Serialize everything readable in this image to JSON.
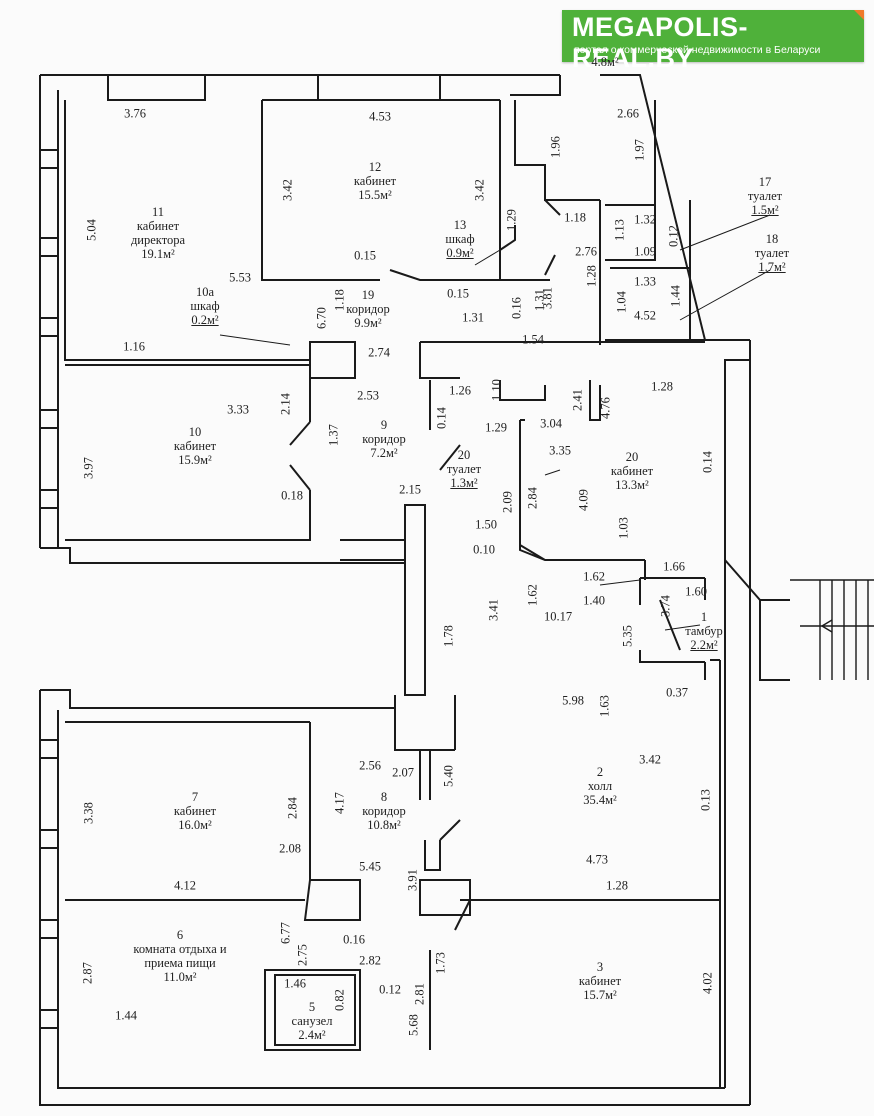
{
  "logo": {
    "brand": "MEGAPOLIS-REAL.BY",
    "tagline": "портал о коммерческой недвижимости в Беларуси",
    "color": "#4fb13a",
    "accent": "#f07a2a"
  },
  "rooms": [
    {
      "id": "r11",
      "num": "11",
      "name": "кабинет директора",
      "area": "19.1м²"
    },
    {
      "id": "r12",
      "num": "12",
      "name": "кабинет",
      "area": "15.5м²"
    },
    {
      "id": "r13",
      "num": "13",
      "name": "шкаф",
      "area": "0.9м²"
    },
    {
      "id": "r17",
      "num": "17",
      "name": "туалет",
      "area": "1.5м²"
    },
    {
      "id": "r18",
      "num": "18",
      "name": "туалет",
      "area": "1.7м²"
    },
    {
      "id": "r10a",
      "num": "10a",
      "name": "шкаф",
      "area": "0.2м²"
    },
    {
      "id": "r19",
      "num": "19",
      "name": "коридор",
      "area": "9.9м²"
    },
    {
      "id": "r10",
      "num": "10",
      "name": "кабинет",
      "area": "15.9м²"
    },
    {
      "id": "r9",
      "num": "9",
      "name": "коридор",
      "area": "7.2м²"
    },
    {
      "id": "r20t",
      "num": "20",
      "name": "туалет",
      "area": "1.3м²"
    },
    {
      "id": "r20k",
      "num": "20",
      "name": "кабинет",
      "area": "13.3м²"
    },
    {
      "id": "r1",
      "num": "1",
      "name": "тамбур",
      "area": "2.2м²"
    },
    {
      "id": "r7",
      "num": "7",
      "name": "кабинет",
      "area": "16.0м²"
    },
    {
      "id": "r8",
      "num": "8",
      "name": "коридор",
      "area": "10.8м²"
    },
    {
      "id": "r2",
      "num": "2",
      "name": "холл",
      "area": "35.4м²"
    },
    {
      "id": "r6",
      "num": "6",
      "name": "комната отдыха и приема пищи",
      "area": "11.0м²"
    },
    {
      "id": "r5",
      "num": "5",
      "name": "санузел",
      "area": "2.4м²"
    },
    {
      "id": "r3",
      "num": "3",
      "name": "кабинет",
      "area": "15.7м²"
    }
  ],
  "top_area": "4.8м²",
  "dims": [
    "3.76",
    "4.53",
    "2.66",
    "1.96",
    "1.97",
    "5.04",
    "3.42",
    "3.42",
    "1.29",
    "1.18",
    "1.31",
    "1.13",
    "1.32",
    "1.09",
    "0.12",
    "2.76",
    "1.28",
    "1.33",
    "1.04",
    "1.44",
    "4.52",
    "0.15",
    "5.53",
    "0.15",
    "1.18",
    "6.70",
    "1.31",
    "0.16",
    "3.81",
    "1.16",
    "2.74",
    "1.54",
    "1.26",
    "1.10",
    "2.41",
    "1.28",
    "4.76",
    "3.33",
    "2.14",
    "2.53",
    "0.14",
    "1.29",
    "3.04",
    "1.37",
    "3.35",
    "3.97",
    "0.14",
    "0.18",
    "2.15",
    "2.09",
    "2.84",
    "4.09",
    "1.03",
    "1.50",
    "0.10",
    "1.62",
    "1.62",
    "1.66",
    "1.40",
    "1.60",
    "3.74",
    "10.17",
    "3.41",
    "1.78",
    "5.35",
    "5.98",
    "1.63",
    "0.37",
    "2.07",
    "2.56",
    "5.40",
    "3.42",
    "3.38",
    "2.84",
    "4.17",
    "0.13",
    "2.08",
    "5.45",
    "4.73",
    "4.12",
    "3.91",
    "1.28",
    "6.77",
    "0.16",
    "2.75",
    "2.87",
    "2.82",
    "1.73",
    "1.46",
    "0.82",
    "0.12",
    "2.81",
    "4.02",
    "1.44",
    "5.68"
  ]
}
